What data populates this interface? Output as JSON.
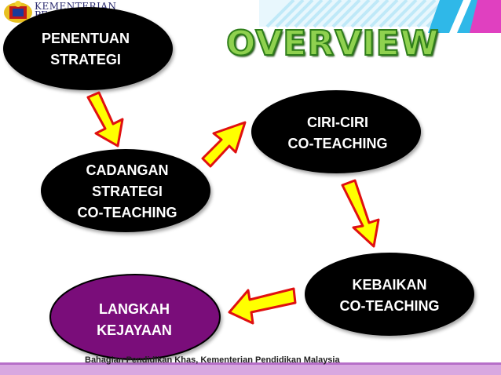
{
  "header": {
    "org_line1": "KEMENTERIAN",
    "org_line2": "PE"
  },
  "title": "OVERVIEW",
  "nodes": {
    "penentuan": [
      "PENENTUAN",
      "STRATEGI"
    ],
    "cadangan": [
      "CADANGAN",
      "STRATEGI",
      "CO-TEACHING"
    ],
    "ciri": [
      "CIRI-CIRI",
      "CO-TEACHING"
    ],
    "kebaikan": [
      "KEBAIKAN",
      "CO-TEACHING"
    ],
    "langkah": [
      "LANGKAH",
      "KEJAYAAN"
    ]
  },
  "footer": {
    "text": "Bahagian Pendidikan Khas, Kementerian Pendidikan Malaysia"
  },
  "colors": {
    "node_fill": "#000000",
    "highlight_node_fill": "#7a0f7a",
    "arrow_fill": "#ffff00",
    "arrow_stroke": "#e01010",
    "title_green": "#8fd14f",
    "banner_blue": "#2fb8e8",
    "banner_pink": "#e040c0"
  }
}
